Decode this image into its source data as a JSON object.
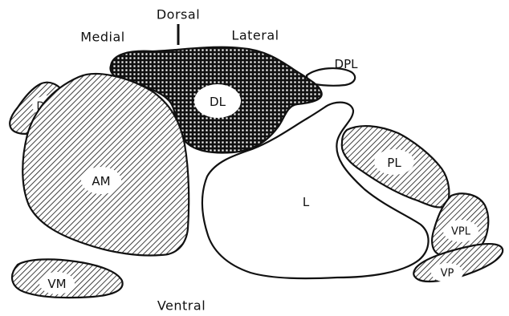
{
  "orientation": {
    "dorsal": "Dorsal",
    "ventral": "Ventral",
    "medial": "Medial",
    "lateral": "Lateral"
  },
  "regions": {
    "dpm": "DPM",
    "dl": "DL",
    "dpl": "DPL",
    "am": "AM",
    "l": "L",
    "pl": "PL",
    "vpl": "VPL",
    "vm": "VM",
    "vp": "VP"
  },
  "fills": {
    "hatch": "diagonal-hatch",
    "crosshatch": "cross-hatch",
    "clear": "none"
  },
  "colors": {
    "ink": "#111111",
    "paper": "#ffffff"
  }
}
